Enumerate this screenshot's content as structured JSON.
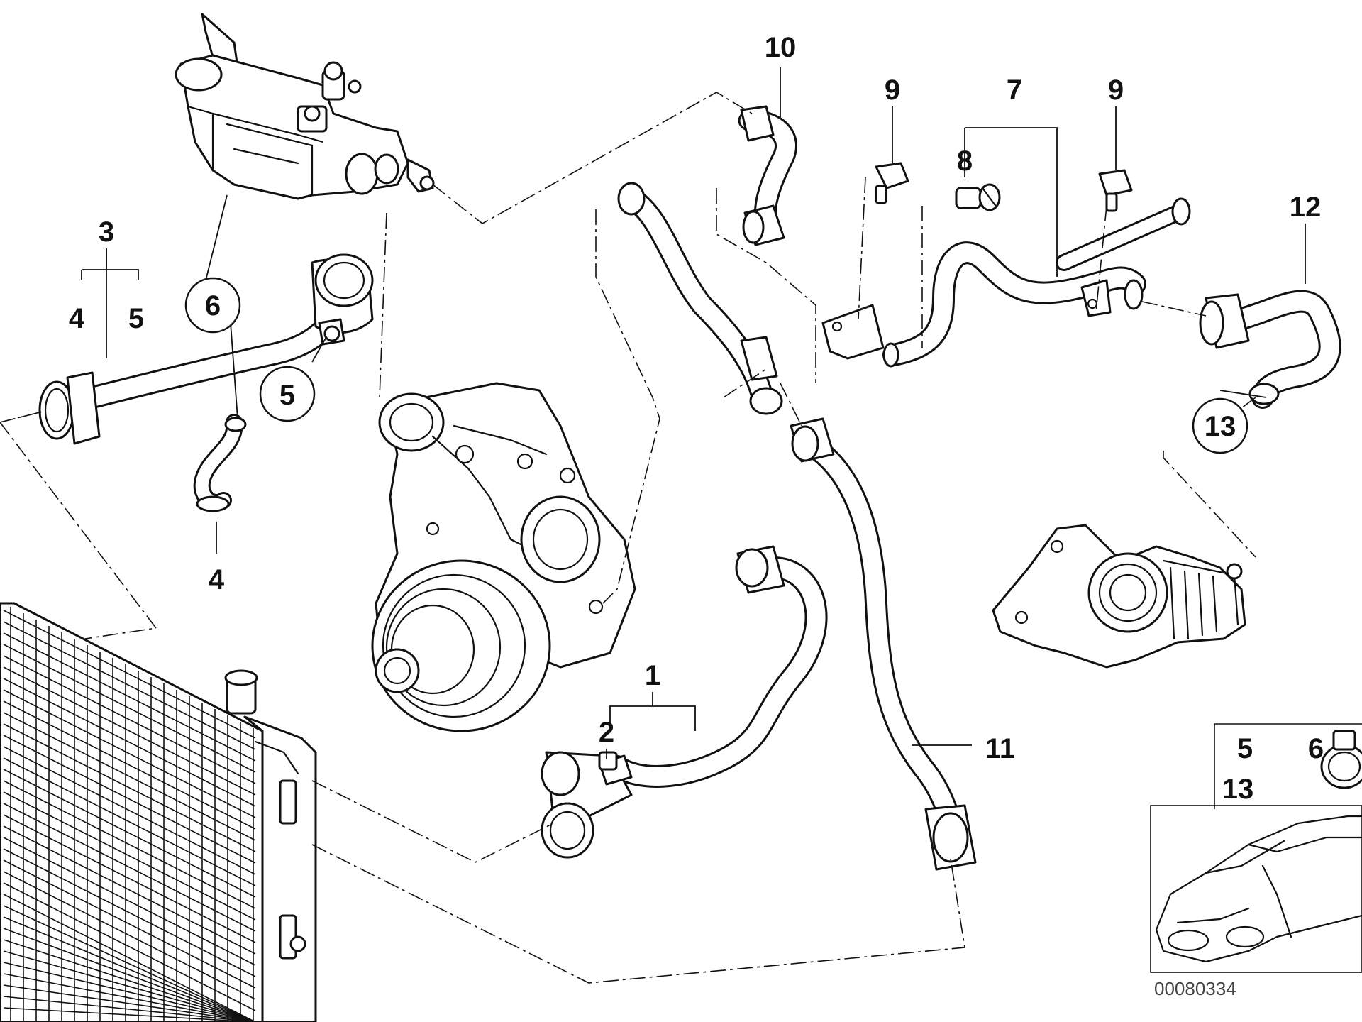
{
  "callouts": {
    "c1": "1",
    "c2": "2",
    "c3": "3",
    "c4a": "4",
    "c4b": "4",
    "c5a": "5",
    "c5b": "5",
    "c6": "6",
    "c7": "7",
    "c8": "8",
    "c9a": "9",
    "c9b": "9",
    "c10": "10",
    "c11": "11",
    "c12": "12",
    "c13": "13"
  },
  "legend": {
    "l5": "5",
    "l6": "6",
    "l13": "13"
  },
  "document_number": "00080334"
}
